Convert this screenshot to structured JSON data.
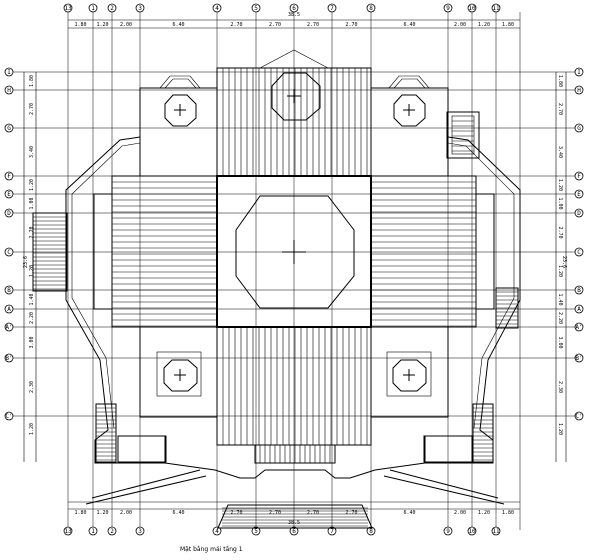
{
  "drawing": {
    "caption": "Mặt bằng mái tầng 1",
    "overall_top": "38.5",
    "overall_bottom": "38.5",
    "overall_side": "23.6"
  },
  "grid_x": [
    "13",
    "1",
    "2",
    "3",
    "4",
    "5",
    "6",
    "7",
    "8",
    "9",
    "10",
    "11"
  ],
  "grid_y": [
    "I",
    "H",
    "G",
    "F",
    "E",
    "D",
    "C",
    "B",
    "A",
    "A'",
    "B'",
    "C'"
  ],
  "dims_top": [
    "1.80",
    "1.20",
    "2.00",
    "6.40",
    "2.70",
    "2.70",
    "2.70",
    "2.70",
    "6.40",
    "2.00",
    "1.20",
    "1.80"
  ],
  "dims_bottom": [
    "1.80",
    "1.20",
    "2.00",
    "6.40",
    "2.70",
    "2.70",
    "2.70",
    "2.70",
    "6.40",
    "2.00",
    "1.20",
    "1.80"
  ],
  "dims_left": [
    "1.80",
    "2.70",
    "3.40",
    "1.20",
    "1.00",
    "2.70",
    "1.20",
    "1.40",
    "2.20",
    "3.00",
    "2.30",
    "1.20"
  ],
  "dims_right": [
    "1.80",
    "2.70",
    "3.40",
    "1.20",
    "1.00",
    "2.70",
    "1.20",
    "1.40",
    "2.20",
    "3.00",
    "2.30",
    "1.20"
  ],
  "symbols": [
    "cross-vent",
    "cross-vent",
    "cross-vent",
    "cross-vent",
    "cross-vent",
    "cross-vent"
  ]
}
